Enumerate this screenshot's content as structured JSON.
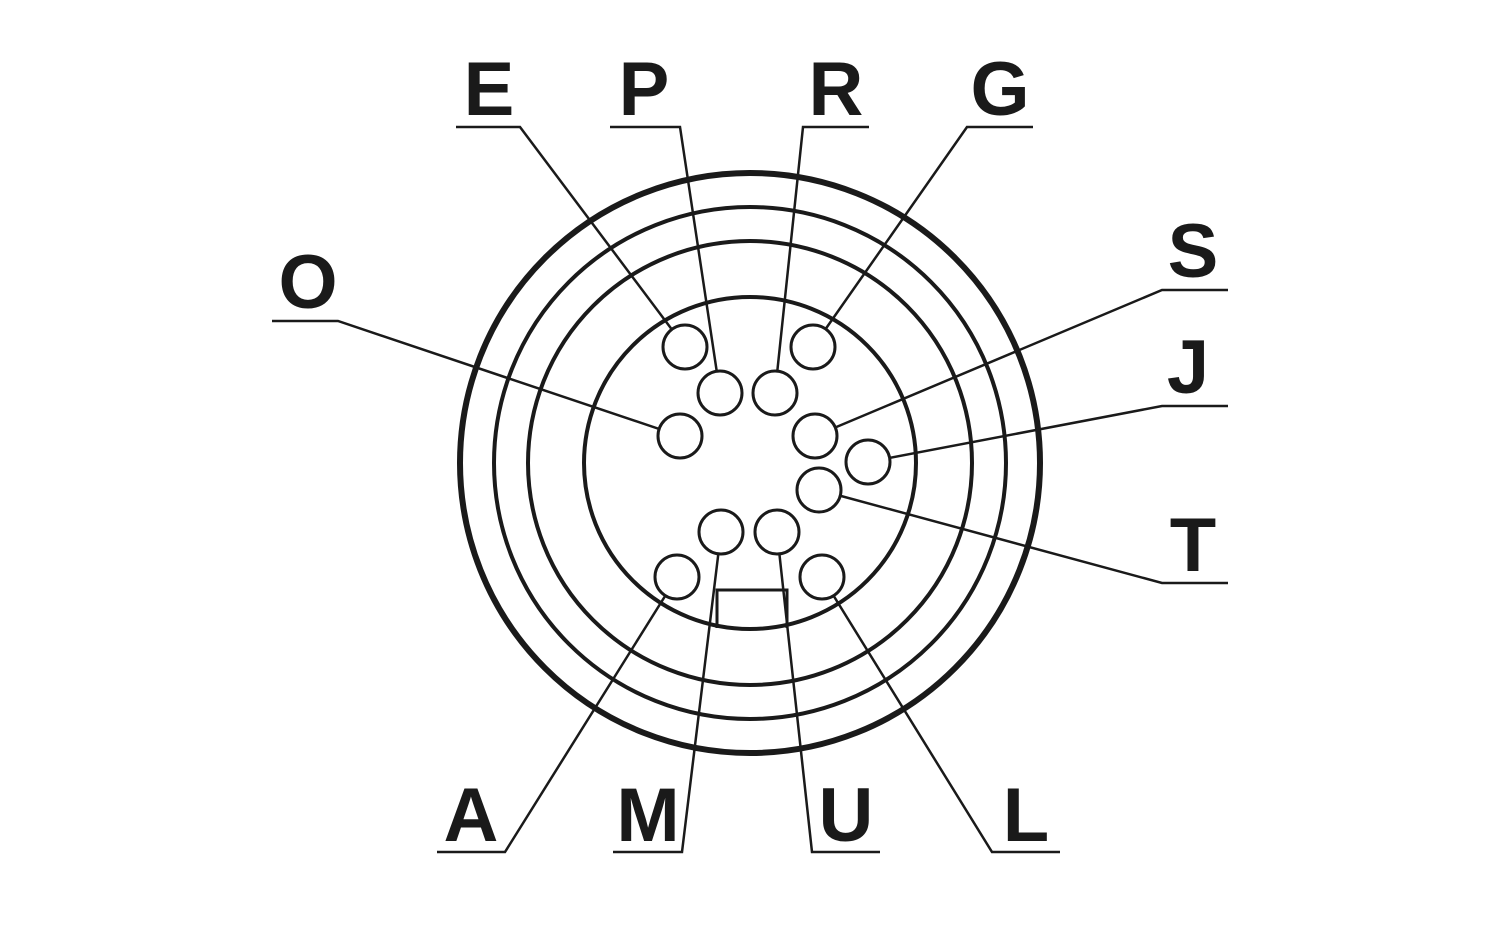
{
  "diagram": {
    "pins": [
      {
        "id": "E",
        "label": "E"
      },
      {
        "id": "P",
        "label": "P"
      },
      {
        "id": "R",
        "label": "R"
      },
      {
        "id": "G",
        "label": "G"
      },
      {
        "id": "O",
        "label": "O"
      },
      {
        "id": "S",
        "label": "S"
      },
      {
        "id": "J",
        "label": "J"
      },
      {
        "id": "T",
        "label": "T"
      },
      {
        "id": "A",
        "label": "A"
      },
      {
        "id": "M",
        "label": "M"
      },
      {
        "id": "U",
        "label": "U"
      },
      {
        "id": "L",
        "label": "L"
      }
    ],
    "colors": {
      "stroke": "#1a1a1a",
      "background": "#ffffff"
    }
  }
}
